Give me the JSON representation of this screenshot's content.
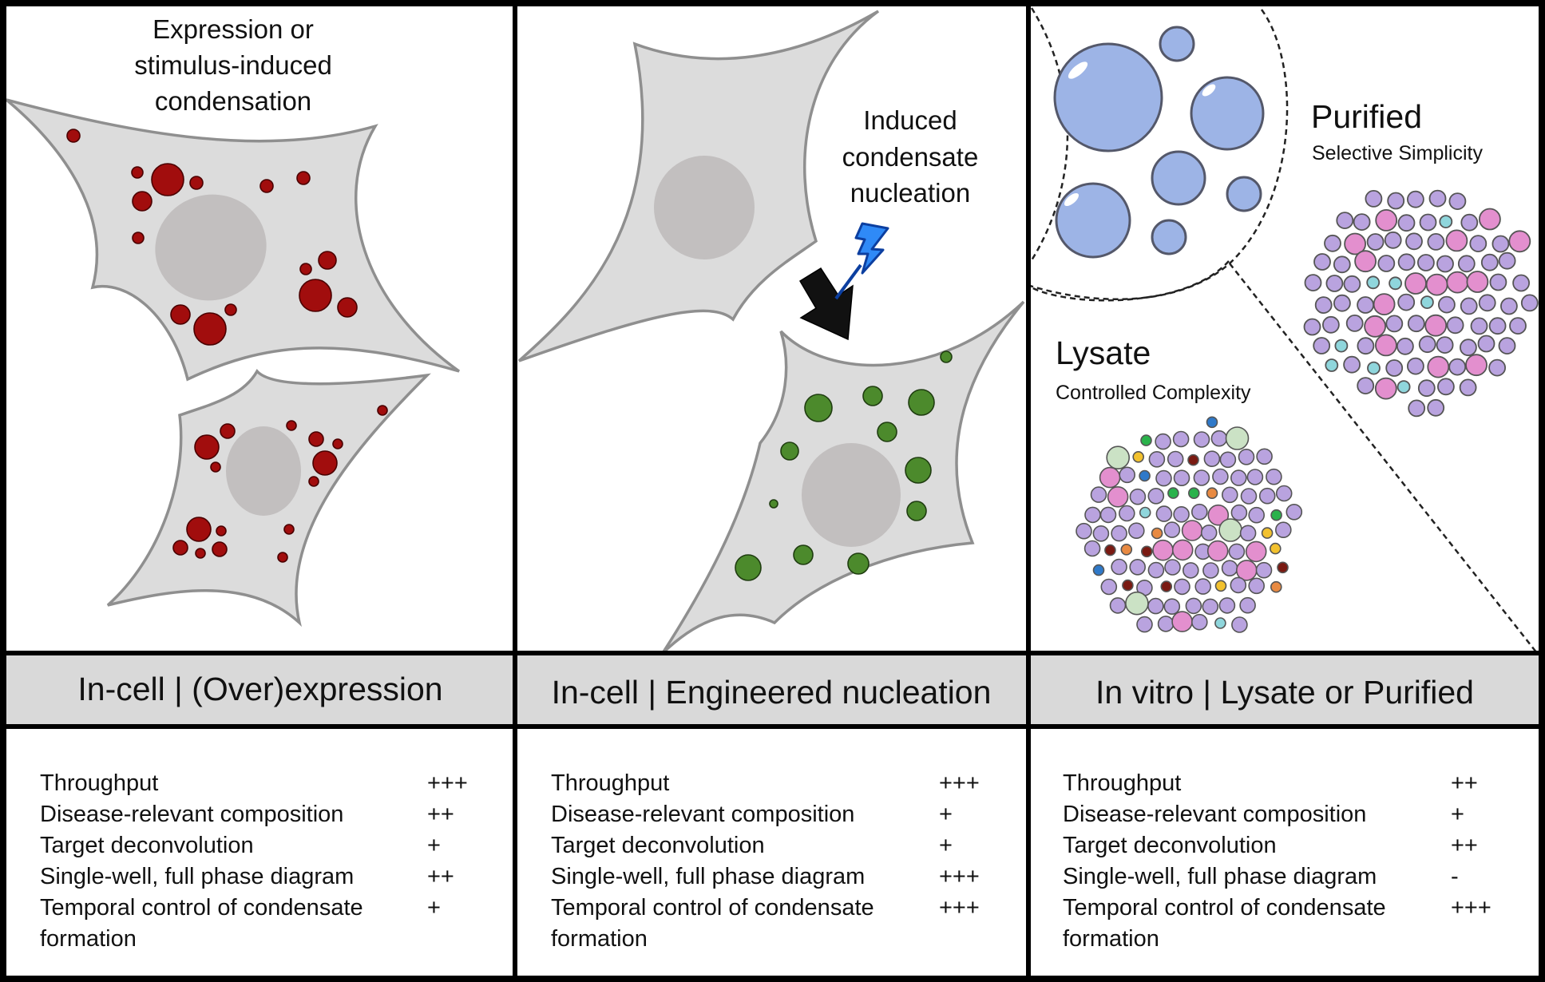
{
  "panels": [
    {
      "illustration_label": "Expression or\nstimulus-induced\ncondensation",
      "header": "In-cell | (Over)expression",
      "rows": [
        {
          "label": "Throughput",
          "score": "+++"
        },
        {
          "label": "Disease-relevant composition",
          "score": "++"
        },
        {
          "label": "Target deconvolution",
          "score": "+"
        },
        {
          "label": "Single-well, full phase diagram",
          "score": "++"
        },
        {
          "label": "Temporal control of condensate\nformation",
          "score": "+"
        }
      ]
    },
    {
      "illustration_label": "Induced\ncondensate\nnucleation",
      "header": "In-cell | Engineered nucleation",
      "rows": [
        {
          "label": "Throughput",
          "score": "+++"
        },
        {
          "label": "Disease-relevant composition",
          "score": "+"
        },
        {
          "label": "Target deconvolution",
          "score": "+"
        },
        {
          "label": "Single-well, full phase diagram",
          "score": "+++"
        },
        {
          "label": "Temporal control of condensate\nformation",
          "score": "+++"
        }
      ]
    },
    {
      "purified_title": "Purified",
      "purified_subtitle": "Selective Simplicity",
      "lysate_title": "Lysate",
      "lysate_subtitle": "Controlled Complexity",
      "header": "In vitro | Lysate or Purified",
      "rows": [
        {
          "label": "Throughput",
          "score": "++"
        },
        {
          "label": "Disease-relevant composition",
          "score": "+"
        },
        {
          "label": "Target deconvolution",
          "score": "++"
        },
        {
          "label": "Single-well, full phase diagram",
          "score": "-"
        },
        {
          "label": "Temporal control of condensate\nformation",
          "score": "+++"
        }
      ]
    }
  ],
  "colors": {
    "header_fill": "#d9d9d9",
    "cell_fill": "#dcdcdc",
    "nucleus": "#c2bfbf",
    "condensate_overexpression": "#a10d0d",
    "condensate_engineered": "#4c8a2c",
    "purified_droplet": "#9db4e6",
    "particle_main": "#b9a3df",
    "particle_accent": "#e38fce",
    "particle_cyan": "#8fd6dc",
    "lightning": "#1f6cf0"
  },
  "icons": [
    "lightning-bolt-icon",
    "down-arrow-icon"
  ]
}
